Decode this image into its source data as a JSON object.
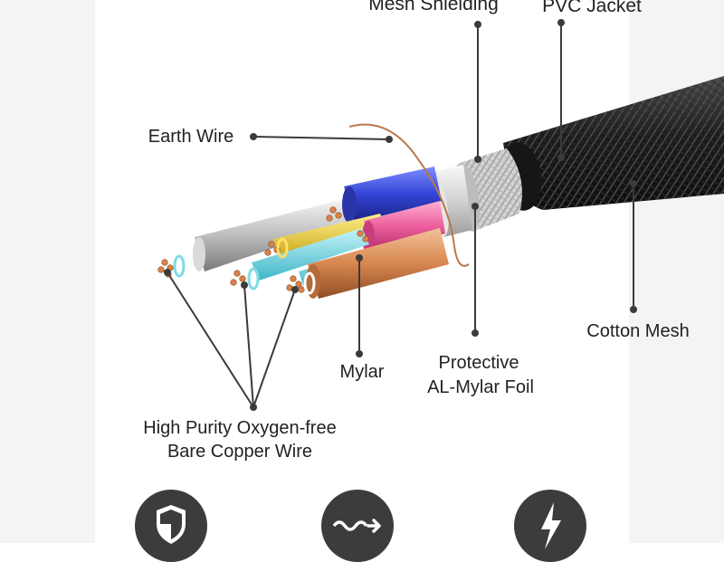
{
  "labels": {
    "mesh_shielding": "Mesh Shielding",
    "pvc_jacket": "PVC Jacket",
    "earth_wire": "Earth Wire",
    "cotton_mesh": "Cotton Mesh",
    "mylar": "Mylar",
    "protective_line1": "Protective",
    "protective_line2": "AL-Mylar Foil",
    "copper_line1": "High Purity Oxygen-free",
    "copper_line2": "Bare Copper Wire"
  },
  "badges": [
    {
      "icon": "shield-icon"
    },
    {
      "icon": "signal-wave-arrow-icon"
    },
    {
      "icon": "lightning-bolt-icon"
    }
  ],
  "colors": {
    "background": "#ffffff",
    "side_band": "#f4f4f4",
    "leader": "#3b3b3b",
    "label_text": "#222222",
    "jacket": "#1a1a1a",
    "braid": "#c8c8c8",
    "foil": "#d9d9d9",
    "copper": "#d9824a",
    "blue_pair": "#3a4fd8",
    "pink_pair": "#e95b9a",
    "yellow_pair": "#e0c22c",
    "cyan_insulation": "#6fd3e0",
    "mylar": "#d59060",
    "silver": "#cfcfcf",
    "badge": "#3c3c3c"
  }
}
